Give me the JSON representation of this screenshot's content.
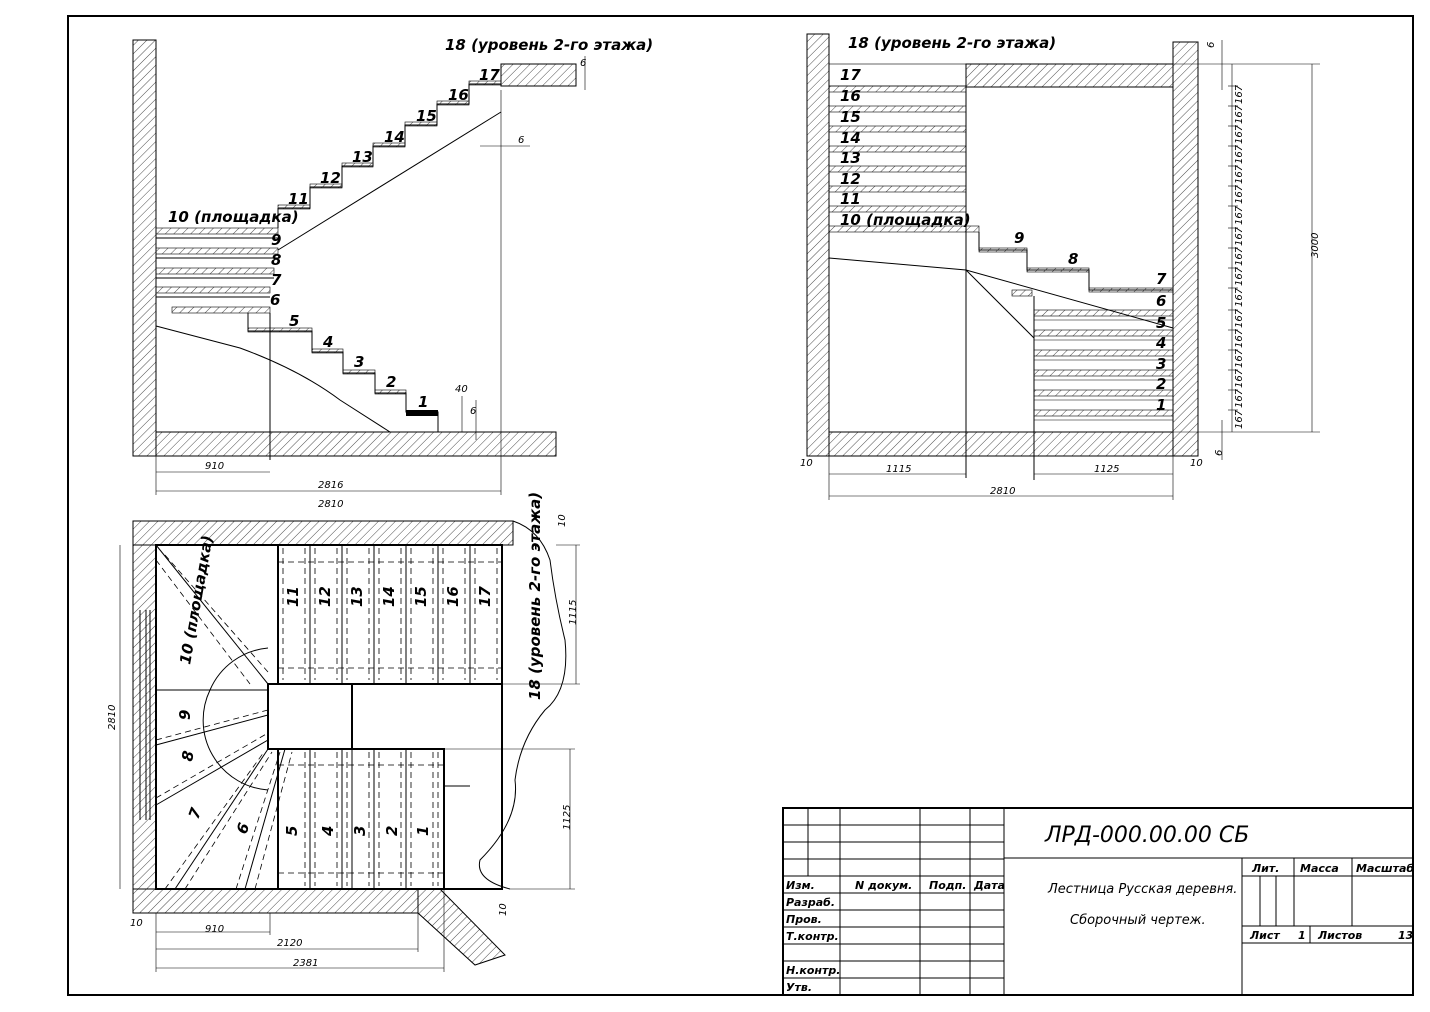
{
  "side_view_left": {
    "level_label": "18 (уровень 2-го этажа)",
    "landing_label": "10 (площадка)",
    "steps_upper": [
      "11",
      "12",
      "13",
      "14",
      "15",
      "16",
      "17"
    ],
    "steps_landing": [
      "9",
      "8",
      "7",
      "6"
    ],
    "steps_lower": [
      "5",
      "4",
      "3",
      "2",
      "1"
    ],
    "dims": {
      "d910": "910",
      "d2816": "2816",
      "d2810": "2810",
      "d6a": "6",
      "d6b": "6",
      "d6c": "6",
      "d40": "40"
    }
  },
  "side_view_right": {
    "level_label": "18 (уровень 2-го этажа)",
    "landing_label": "10 (площадка)",
    "steps_upper": [
      "17",
      "16",
      "15",
      "14",
      "13",
      "12",
      "11"
    ],
    "steps_mid": [
      "9",
      "8",
      "7",
      "6"
    ],
    "steps_lower": [
      "5",
      "4",
      "3",
      "2",
      "1"
    ],
    "riser": "167",
    "dims": {
      "d3000": "3000",
      "d1115": "1115",
      "d1125": "1125",
      "d2810": "2810",
      "d10a": "10",
      "d10b": "10",
      "d6a": "6",
      "d6b": "6"
    }
  },
  "plan_view": {
    "landing_label": "10 (площадка)",
    "level_label": "18 (уровень 2-го этажа)",
    "steps_upper": [
      "11",
      "12",
      "13",
      "14",
      "15",
      "16",
      "17"
    ],
    "steps_winder": [
      "9",
      "8",
      "7",
      "6"
    ],
    "steps_lower": [
      "5",
      "4",
      "3",
      "2",
      "1"
    ],
    "dims": {
      "d2810side": "2810",
      "d1115": "1115",
      "d1125": "1125",
      "d10a": "10",
      "d10b": "10",
      "d10c": "10",
      "d910": "910",
      "d2120": "2120",
      "d2381": "2381"
    }
  },
  "title_block": {
    "doc_code": "ЛРД-000.00.00 СБ",
    "title_line1": "Лестница Русская деревня.",
    "title_line2": "Сборочный чертеж.",
    "col_izm": "Изм.",
    "col_ndoc": "N докум.",
    "col_podp": "Подп.",
    "col_data": "Дата",
    "row_razrab": "Разраб.",
    "row_prov": "Пров.",
    "row_tkontr": "Т.контр.",
    "row_nkontr": "Н.контр.",
    "row_utv": "Утв.",
    "lit": "Лит.",
    "massa": "Масса",
    "masshtab": "Масштаб",
    "list": "Лист",
    "list_num": "1",
    "listov": "Листов",
    "listov_num": "13"
  }
}
